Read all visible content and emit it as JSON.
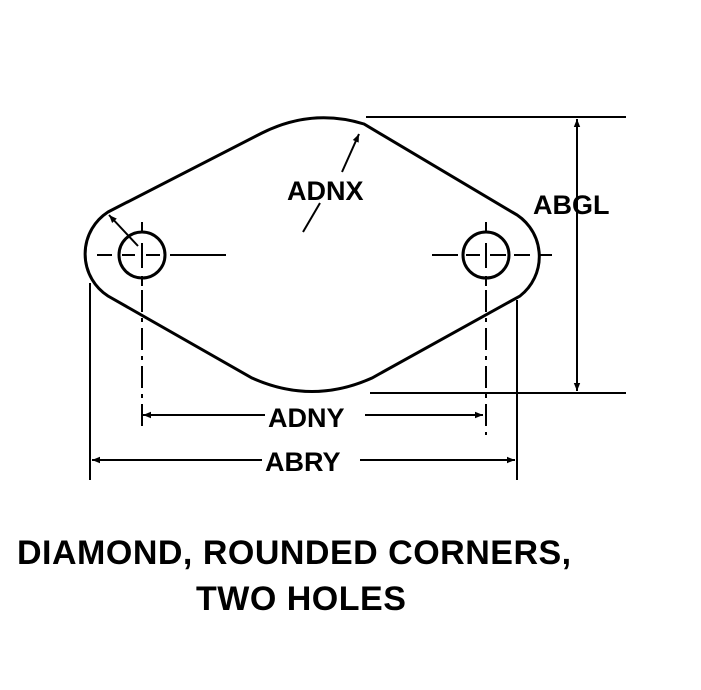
{
  "labels": {
    "adnx": "ADNX",
    "abgl": "ABGL",
    "adny": "ADNY",
    "abry": "ABRY"
  },
  "caption": {
    "line1": "DIAMOND, ROUNDED CORNERS,",
    "line2": "TWO HOLES"
  }
}
